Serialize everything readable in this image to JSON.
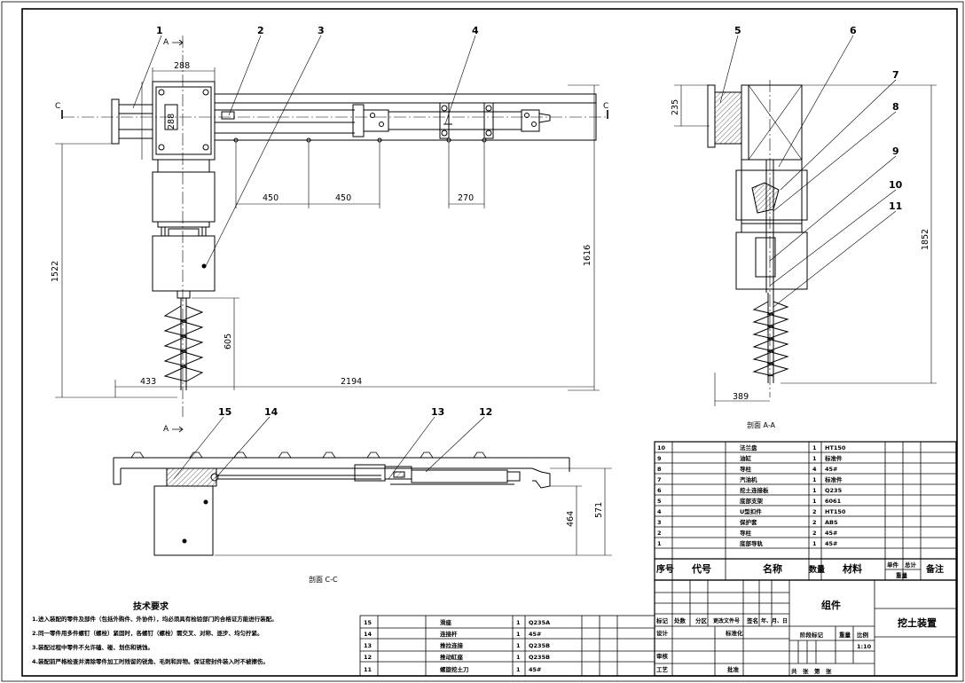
{
  "balloons": [
    "1",
    "2",
    "3",
    "4",
    "5",
    "6",
    "7",
    "8",
    "9",
    "10",
    "11",
    "12",
    "13",
    "14",
    "15"
  ],
  "dims": {
    "d288_top": "288",
    "d288_side": "288",
    "d450_a": "450",
    "d450_b": "450",
    "d270": "270",
    "d1522": "1522",
    "d1616": "1616",
    "d605": "605",
    "d433": "433",
    "d2194": "2194",
    "d235": "235",
    "d1852": "1852",
    "d389": "389",
    "d464": "464",
    "d571": "571"
  },
  "section_marks": {
    "c_left": "C",
    "c_right": "C",
    "a_top": "A",
    "a_bottom": "A"
  },
  "view_labels": {
    "aa": "剖面 A-A",
    "cc": "剖面 C-C"
  },
  "tech_requirements": {
    "title": "技术要求",
    "lines": [
      "1.进入装配的零件及部件（包括外购件、外协件），均必须具有检验部门的合格证方能进行装配。",
      "2.同一零件用多件螺钉（螺栓）紧固时，各螺钉（螺栓）需交叉、对称、逐步、均匀拧紧。",
      "3.装配过程中零件不允许磕、碰、划伤和锈蚀。",
      "4.装配前严格检查并清除零件加工时残留的锐角、毛刺和异物。保证密封件装入时不被擦伤。"
    ]
  },
  "bom_upper": [
    {
      "no": "10",
      "code": "",
      "name": "法兰盘",
      "qty": "1",
      "material": "HT150"
    },
    {
      "no": "9",
      "code": "",
      "name": "油缸",
      "qty": "1",
      "material": "标准件"
    },
    {
      "no": "8",
      "code": "",
      "name": "导柱",
      "qty": "4",
      "material": "45#"
    },
    {
      "no": "7",
      "code": "",
      "name": "汽油机",
      "qty": "1",
      "material": "标准件"
    },
    {
      "no": "6",
      "code": "",
      "name": "挖土连接板",
      "qty": "1",
      "material": "Q235"
    },
    {
      "no": "5",
      "code": "",
      "name": "底部支架",
      "qty": "1",
      "material": "6061"
    },
    {
      "no": "4",
      "code": "",
      "name": "U型扣件",
      "qty": "2",
      "material": "HT150"
    },
    {
      "no": "3",
      "code": "",
      "name": "保护套",
      "qty": "2",
      "material": "ABS"
    },
    {
      "no": "2",
      "code": "",
      "name": "导柱",
      "qty": "2",
      "material": "45#"
    },
    {
      "no": "1",
      "code": "",
      "name": "底部导轨",
      "qty": "1",
      "material": "45#"
    }
  ],
  "bom_header": {
    "no": "序号",
    "code": "代号",
    "name": "名称",
    "qty": "数量",
    "material": "材料",
    "unit_mass": "单件",
    "total_mass": "总计",
    "mass": "重量",
    "remark": "备注"
  },
  "bom_lower": [
    {
      "no": "15",
      "name": "滑座",
      "qty": "1",
      "material": "Q235A"
    },
    {
      "no": "14",
      "name": "连接杆",
      "qty": "1",
      "material": "45#"
    },
    {
      "no": "13",
      "name": "推拉连接",
      "qty": "1",
      "material": "Q235B"
    },
    {
      "no": "12",
      "name": "推动缸座",
      "qty": "1",
      "material": "Q235B"
    },
    {
      "no": "11",
      "name": "螺旋挖土刀",
      "qty": "1",
      "material": "45#"
    }
  ],
  "title_block": {
    "group_label": "组件",
    "drawing_name": "挖土装置",
    "row1": [
      "标记",
      "处数",
      "分区",
      "更改文件号",
      "签名",
      "年、月、日"
    ],
    "design": "设计",
    "standardize": "标准化",
    "stage_mark": "阶段标记",
    "weight": "重量",
    "scale": "比例",
    "scale_value": "1:10",
    "review": "审核",
    "process": "工艺",
    "approve": "批准",
    "sheets": "共　张　第　张"
  }
}
